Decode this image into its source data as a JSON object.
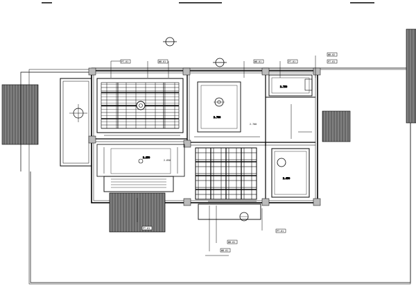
{
  "drawing": {
    "kind": "ceiling plan (CAD)",
    "header_labels": [
      "",
      "",
      ""
    ],
    "tags": {
      "t1": "PT-01",
      "t2": "WB-01",
      "t3": "WB-01",
      "t4": "PT-01",
      "t5": "WB-02",
      "t6": "PT-01",
      "t7": "PT-01",
      "t8": "WB-01",
      "t9": "WB-01",
      "t10": "PT-01"
    },
    "dims": {
      "d1": "2.700",
      "d2": "2.650",
      "d3": "2.750",
      "d4": "2.350",
      "d5": "2.700",
      "d6": "2.650"
    }
  }
}
